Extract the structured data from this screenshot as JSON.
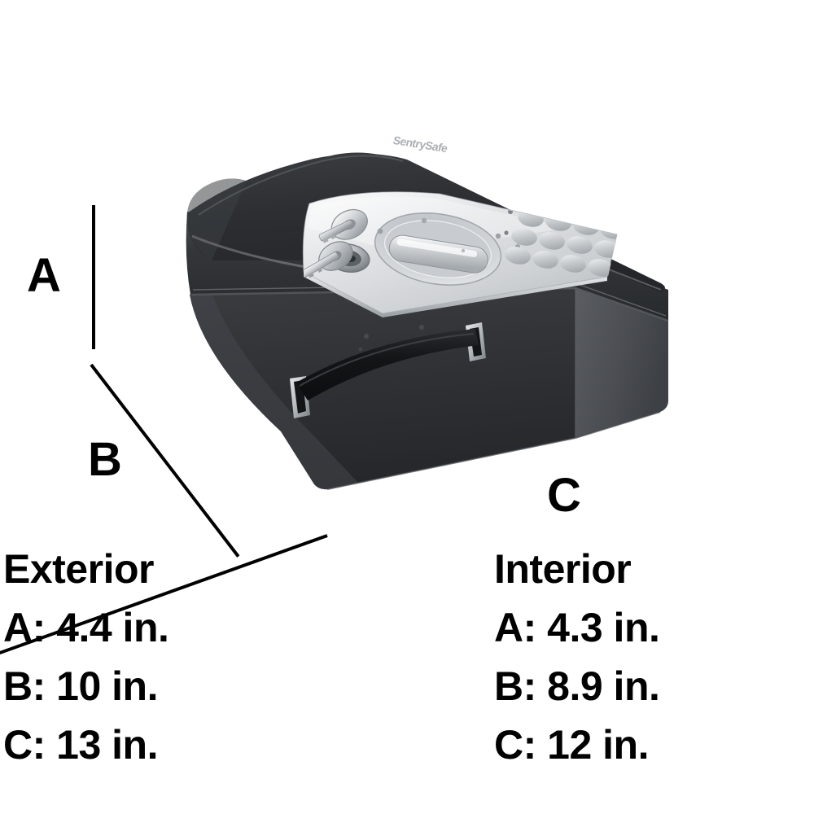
{
  "background_color": "#ffffff",
  "product": {
    "brand_logo_text": "SentrySafe",
    "body_color": "#2f3033",
    "body_color_light": "#4a4d51",
    "panel_color": "#d9dbdd",
    "panel_highlight": "#f4f5f6",
    "chrome_color": "#c9ccd0",
    "handle_color": "#17181a",
    "keypad_keys": 12,
    "keypad_rows": 3,
    "keypad_cols": 4,
    "icon_names": [
      "safe-lid",
      "safe-body",
      "control-panel",
      "key-lock-icon",
      "keys-icon",
      "oval-latch-handle-icon",
      "keypad-icon",
      "carry-handle-icon",
      "brand-logo"
    ]
  },
  "dimension_markers": [
    {
      "letter": "A",
      "orientation": "vertical",
      "name": "height-marker"
    },
    {
      "letter": "B",
      "orientation": "diagonal-left",
      "name": "depth-marker"
    },
    {
      "letter": "C",
      "orientation": "diagonal-right",
      "name": "width-marker"
    }
  ],
  "specs": {
    "exterior": {
      "heading": "Exterior",
      "rows": [
        "A: 4.4 in.",
        "B: 10 in.",
        "C: 13 in."
      ]
    },
    "interior": {
      "heading": "Interior",
      "rows": [
        "A: 4.3 in.",
        "B: 8.9 in.",
        "C: 12 in."
      ]
    }
  }
}
